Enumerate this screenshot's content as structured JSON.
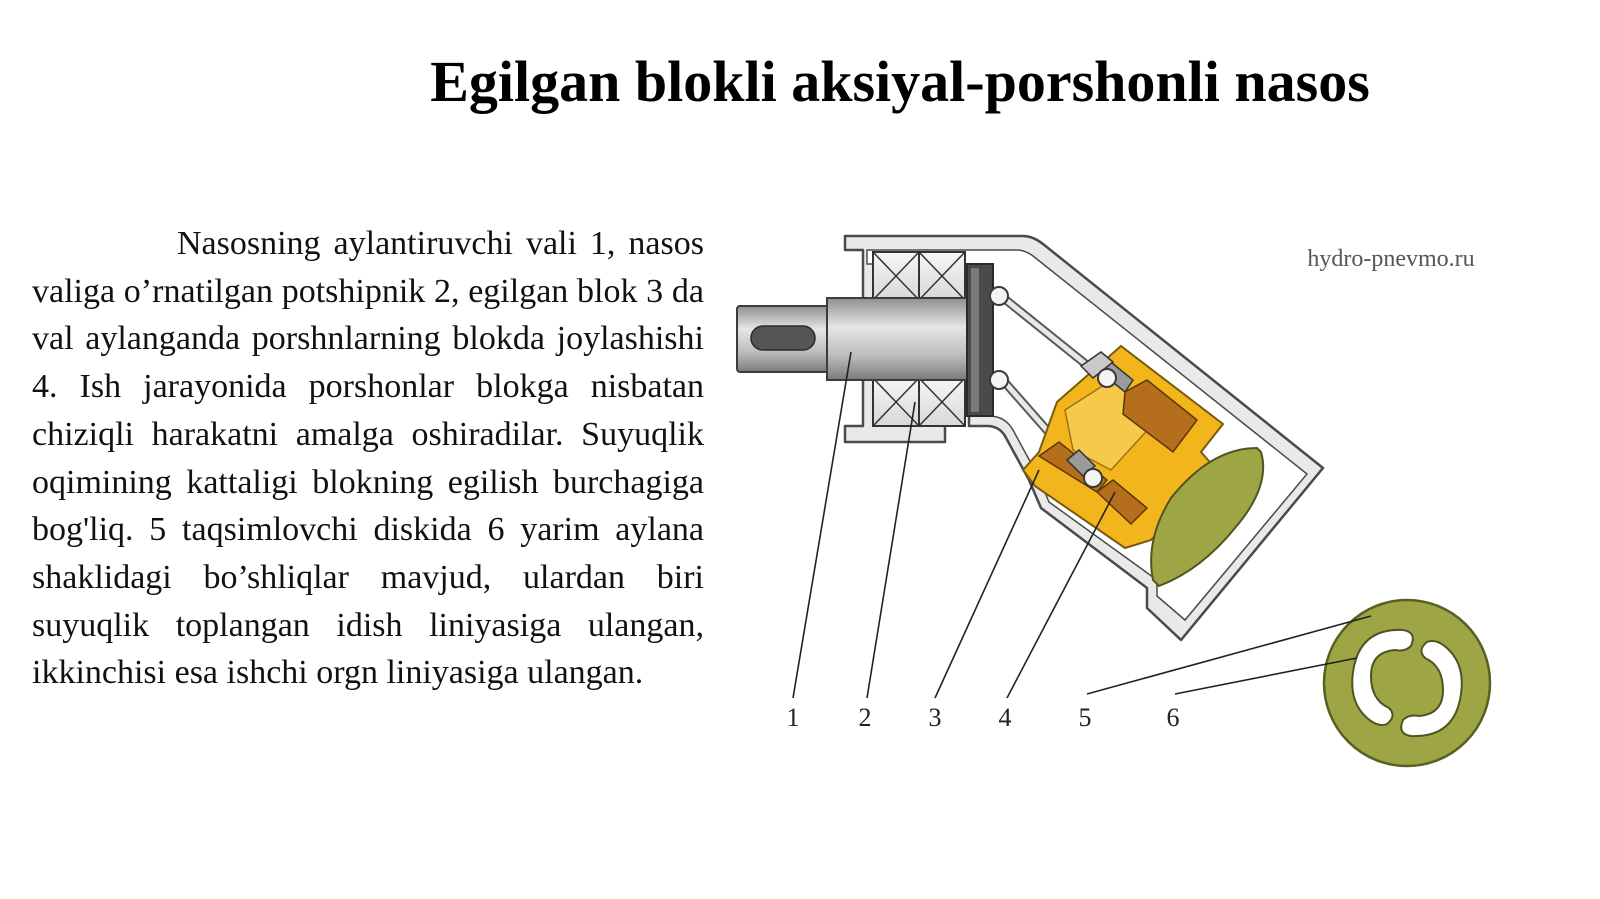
{
  "title": "Egilgan blokli aksiyal-porshonli nasos",
  "description": "Nasosning aylantiruvchi vali 1, nasos valiga o’rnatilgan potshipnik 2, egilgan blok 3 da val aylanganda porshnlarning blokda joylashishi 4. Ish jarayonida porshonlar blokga nisbatan chiziqli harakatni amalga oshiradilar. Suyuqlik oqimining kattaligi blokning egilish burchagiga bog'liq. 5 taqsimlovchi diskida 6 yarim aylana shaklidagi bo’shliqlar mavjud, ulardan biri suyuqlik toplangan idish liniyasiga ulangan, ikkinchisi esa ishchi orgn liniyasiga ulangan.",
  "diagram": {
    "watermark": "hydro-pnevmo.ru",
    "labels": [
      "1",
      "2",
      "3",
      "4",
      "5",
      "6"
    ],
    "colors": {
      "housing": "#e9e9e9",
      "housing_stroke": "#4a4a4a",
      "cylinder_block": "#f2b51c",
      "piston_chamber": "#b56f1c",
      "valve_plate": "#9ea544",
      "shaft": "#c4c4c4"
    }
  }
}
